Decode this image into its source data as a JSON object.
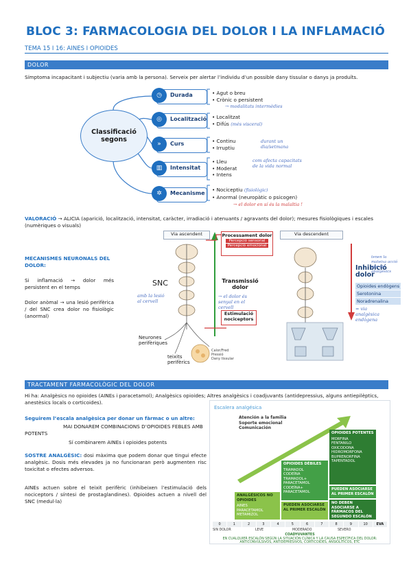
{
  "header": {
    "title": "BLOC 3: FARMACOLOGIA DEL DOLOR I LA INFLAMACIÓ",
    "subtitle": "TEMA 15 I 16: AINES I OPIOIDES"
  },
  "section_dolor": {
    "bar_label": "DOLOR",
    "intro": "Símptoma incapacitant i subjectiu (varia amb la persona). Serveix per alertar l’individu d’un possible dany tissular o danys ja produïts.",
    "hub_label": "Classificació segons",
    "categories": [
      {
        "label": "Durada",
        "icon": "clock-icon",
        "glyph": "◷",
        "items": [
          "Agut o breu",
          "Crònic o persistent"
        ],
        "note": "→ modalitats intermèdies"
      },
      {
        "label": "Localització",
        "icon": "target-icon",
        "glyph": "◎",
        "items": [
          "Localitzat",
          "Difús"
        ],
        "note": "(més visceral)"
      },
      {
        "label": "Curs",
        "icon": "chevrons-icon",
        "glyph": "»",
        "items": [
          "Continu",
          "Irruptiu"
        ],
        "note": "durant un dia/setmana"
      },
      {
        "label": "Intensitat",
        "icon": "bar-chart-icon",
        "glyph": "▥",
        "items": [
          "Lleu",
          "Moderat",
          "Intens"
        ],
        "note": "com afecta capacitats de la vida normal"
      },
      {
        "label": "Mecanisme",
        "icon": "gears-icon",
        "glyph": "✲",
        "items": [
          "Nociceptiu",
          "Anormal (neuropàtic o psicogen)"
        ],
        "note": "(fisiològic)",
        "note2": "→ el dolor en sí és la malaltia !"
      }
    ],
    "valoracio_label": "VALORACIÓ",
    "valoracio_text": " → ALICIA (aparició, localització, intensitat, caràcter, irradiació i atenuants / agravants del dolor); mesures fisiològiques i escales (numèriques o visuals)",
    "mecanismes_title": "MECANISMES NEURONALS DEL DOLOR:",
    "mecanismes_p1": "Si inflamació → dolor més persistent en el temps",
    "mecanismes_p2": "Dolor anòmal → una lesió perifèrica / del SNC crea dolor no fisiològic (anormal)"
  },
  "figure": {
    "via_ascendent": "Via ascendent",
    "via_descendent": "Via descendent",
    "processament_title": "Processament dolor",
    "processament_items": [
      "Percepció sensorial",
      "Percepció emocional"
    ],
    "snc_label": "SNC",
    "transmissio_label": "Transmissió dolor",
    "estimulacio_label": "Estimulació nociceptors",
    "neurones_label": "Neurones perifèriques",
    "teixits_label": "teixits perifèrics",
    "teixits_sub": [
      "Calor/Fred",
      "Pressió",
      "Dany tissular"
    ],
    "inhibicio_label": "Inhibició dolor",
    "inhibicio_items": [
      "Opioides endògens",
      "Serotonina",
      "Noradrenalina"
    ],
    "inhibicio_note": "= via analgèsica endògena",
    "hand_notes": {
      "left": "amb la lesió al cervell",
      "mid": "→ el dolor és senyal en el cervell",
      "inhib": "tenen la mateixa acció que els analgèsics"
    }
  },
  "section_tractament": {
    "bar_label": "TRACTAMENT FARMACOLÒGIC DEL DOLOR",
    "intro": "Hi ha: Analgèsics no opioides (AINEs i paracetamol); Analgèsics opioides; Altres analgèsics i coadjuvants (antidepressius, alguns antiepilèptics, anestèsics locals o corticoides).",
    "escala_heading": "Seguirem l’escala analgèsica per donar un fàrmac o un altre:",
    "escala_line1": "MAI DONAREM COMBINACIONS D’OPIOIDES FEBLES AMB POTENTS",
    "escala_line2": "Sí combinarem AINEs i opioides potents",
    "sostre_label": "SOSTRE ANALGÈSIC:",
    "sostre_text": " dosi màxima que podem donar que tingui efecte analgèsic. Dosis més elevades ja no funcionaran però augmenten risc toxicitat o efectes adversos.",
    "aines_text": "AINEs actuen sobre el teixit perifèric (inhibeixen l’estimulació dels nociceptors / síntesi de prostaglandines). Opioides actuen a nivell del SNC (medul·la)"
  },
  "escala_figure": {
    "title": "Escalera analgésica",
    "support": [
      "Atención a la familia",
      "Soporte emocional",
      "Comunicación"
    ],
    "step1_title": "ANALGÉSICOS NO OPIOIDES",
    "step1_items": [
      "AINES",
      "PARACETAMOL",
      "METAMIZOL"
    ],
    "step2_title": "OPIOIDES DÉBILES",
    "step2_items": [
      "TRAMADOL",
      "CODEÍNA",
      "TRAMADOL+ PARACETAMOL",
      "CODEÍNA+ PARACETAMOL"
    ],
    "step2_foot": "PUEDEN ASOCIARSE AL PRIMER ESCALÓN",
    "step3_title": "OPIOIDES POTENTES",
    "step3_items": [
      "MORFINA",
      "FENTANILO",
      "OXICODONA",
      "HIDROMORFONA",
      "BUPRENORFINA",
      "TAPENTADOL"
    ],
    "step3_foot1": "PUEDEN ASOCIARSE AL PRIMER ESCALÓN",
    "step3_foot2": "NO DEBEN ASOCIARSE A FÁRMACOS DEL SEGUNDO ESCALÓN",
    "scale": [
      "0",
      "1",
      "2",
      "3",
      "4",
      "5",
      "6",
      "7",
      "8",
      "9",
      "10",
      "EVA"
    ],
    "scale_labels": [
      "SIN DOLOR",
      "LEVE",
      "MODERADO",
      "SEVERO"
    ],
    "coadyuvantes_title": "COADYUVANTES",
    "coadyuvantes_text": "EN CUALQUIER ESCALÓN SEGÚN LA SITUACIÓN CLÍNICA Y LA CAUSA ESPECÍFICA DEL DOLOR: ANTICONVULSIVOS, ANTIDEPRESIVOS, CORTICOIDES, ANSIOLÍTICOS, ETC",
    "colors": {
      "dark_green": "#2e7d32",
      "mid_green": "#43a047",
      "light_green": "#8bc34a"
    }
  }
}
